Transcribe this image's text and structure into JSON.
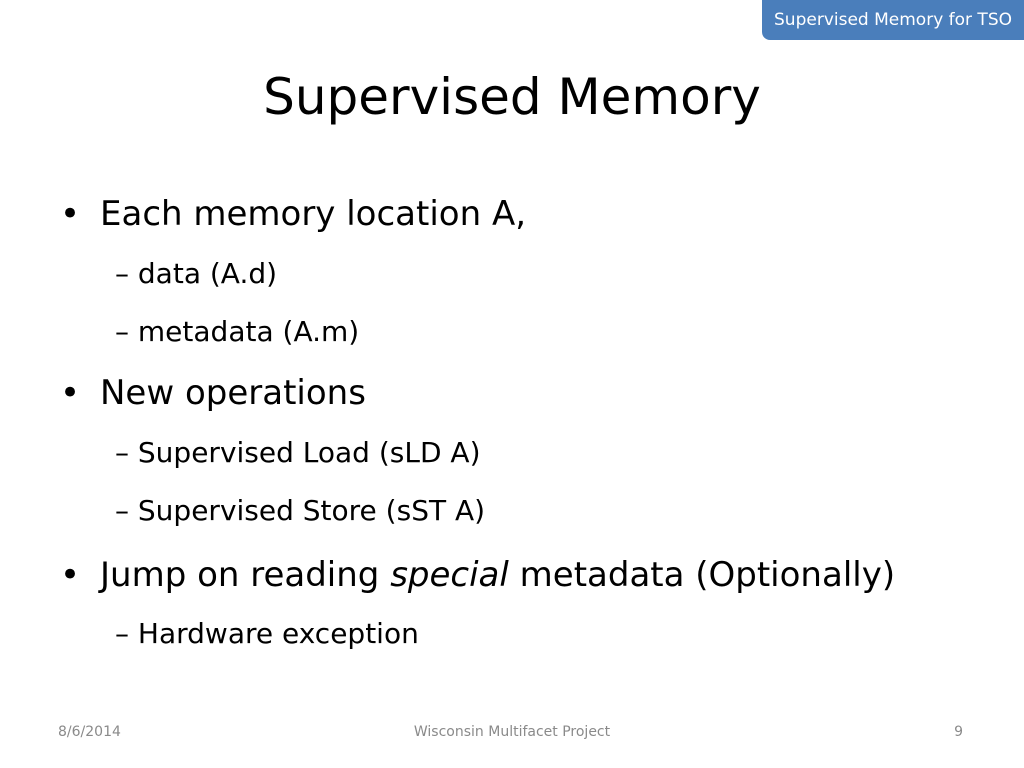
{
  "section_tab": "Supervised Memory for TSO",
  "title": "Supervised Memory",
  "bullet_symbol": "•",
  "dash_symbol": "–",
  "bullets": [
    {
      "text": "Each memory location A,",
      "sub": [
        "data (A.d)",
        "metadata (A.m)"
      ]
    },
    {
      "text": "New operations",
      "sub": [
        "Supervised Load (sLD A)",
        "Supervised Store (sST A)"
      ]
    },
    {
      "text_before": "Jump on reading ",
      "text_italic": "special",
      "text_after": " metadata (Optionally)",
      "sub": [
        "Hardware exception"
      ]
    }
  ],
  "footer": {
    "date": "8/6/2014",
    "center": "Wisconsin Multifacet Project",
    "page_number": "9"
  },
  "colors": {
    "tab_background": "#4a7ebb",
    "tab_text": "#ffffff",
    "footer_text": "#8a8a8a"
  }
}
